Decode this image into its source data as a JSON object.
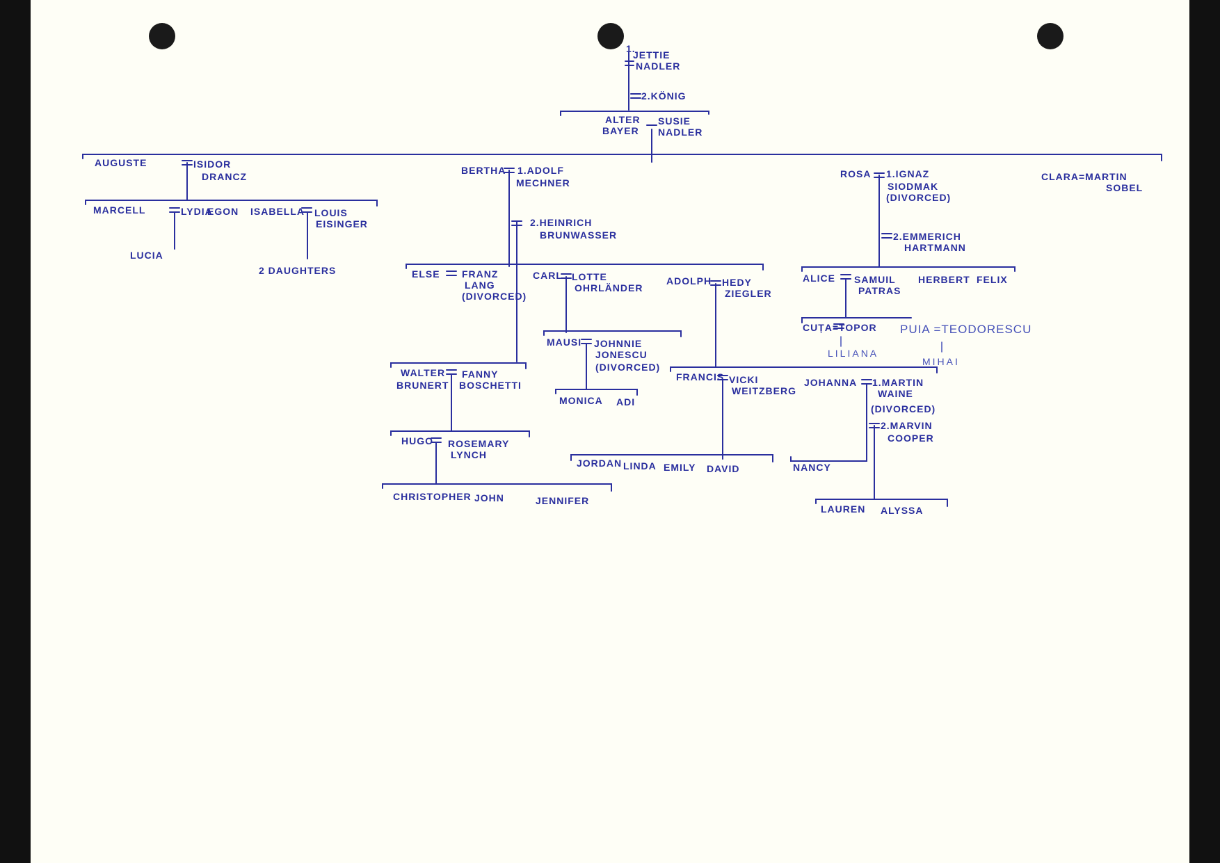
{
  "colors": {
    "ink": "#2a2f9e",
    "paper": "#fefef6",
    "hole": "#1a1a1a"
  },
  "labels": {
    "jettie_1": "1.",
    "jettie": "JETTIE",
    "jettie_nadler": "NADLER",
    "konig": "2.KÖNIG",
    "alter": "ALTER",
    "bayer": "BAYER",
    "susie": "SUSIE",
    "susie_nadler": "NADLER",
    "auguste": "AUGUSTE",
    "isidor": "ISIDOR",
    "drancz": "DRANCZ",
    "bertha": "BERTHA",
    "adolf": "1.ADOLF",
    "mechner": "MECHNER",
    "heinrich": "2.HEINRICH",
    "brunwasser": "BRUNWASSER",
    "rosa": "ROSA",
    "ignaz": "1.IGNAZ",
    "siodmak": "SIODMAK",
    "divorced_rosa": "(DIVORCED)",
    "emmerich": "2.EMMERICH",
    "hartmann": "HARTMANN",
    "clara": "CLARA=MARTIN",
    "sobel": "SOBEL",
    "marcell": "MARCELL",
    "lydia": "LYDIA",
    "egon": "EGON",
    "isabella": "ISABELLA",
    "louis": "LOUIS",
    "eisinger": "EISINGER",
    "lucia": "LUCIA",
    "two_daughters": "2 DAUGHTERS",
    "else": "ELSE",
    "franz": "FRANZ",
    "lang": "LANG",
    "divorced_else": "(DIVORCED)",
    "carl": "CARL",
    "lotte": "LOTTE",
    "ohrlander": "OHRLÄNDER",
    "adolph": "ADOLPH",
    "hedy": "HEDY",
    "ziegler": "ZIEGLER",
    "alice": "ALICE",
    "samuil": "SAMUIL",
    "patras": "PATRAS",
    "herbert": "HERBERT",
    "felix": "FELIX",
    "cuta": "CUȚA=TOPOR",
    "puia": "PUIA =TEODORESCU",
    "liliana": "LILIANA",
    "mihai": "MIHAI",
    "mausi": "MAUSI",
    "johnnie": "JOHNNIE",
    "jonescu": "JONESCU",
    "divorced_mausi": "(DIVORCED)",
    "monica": "MONICA",
    "adi": "ADI",
    "walter": "WALTER",
    "brunert": "BRUNERT",
    "fanny": "FANNY",
    "boschetti": "BOSCHETTI",
    "hugo": "HUGO",
    "rosemary": "ROSEMARY",
    "lynch": "LYNCH",
    "christopher": "CHRISTOPHER",
    "john": "JOHN",
    "jennifer": "JENNIFER",
    "francis": "FRANCIS",
    "vicki": "VICKI",
    "weitzberg": "WEITZBERG",
    "jordan": "JORDAN",
    "linda": "LINDA",
    "emily": "EMILY",
    "david": "DAVID",
    "johanna": "JOHANNA",
    "martin_waine": "1.MARTIN",
    "waine": "WAINE",
    "divorced_johanna": "(DIVORCED)",
    "marvin": "2.MARVIN",
    "cooper": "COOPER",
    "nancy": "NANCY",
    "lauren": "LAUREN",
    "alyssa": "ALYSSA"
  }
}
